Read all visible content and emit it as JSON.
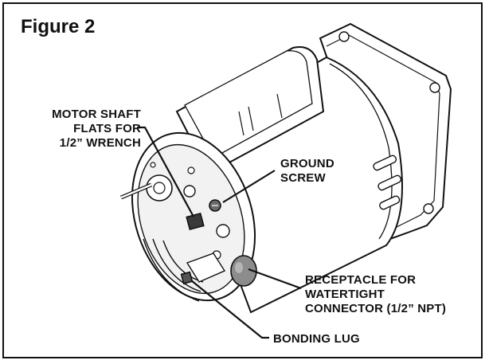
{
  "figure": {
    "title": "Figure 2"
  },
  "callouts": {
    "shaft": [
      "MOTOR SHAFT",
      "FLATS FOR",
      "1/2” WRENCH"
    ],
    "ground": [
      "GROUND",
      "SCREW"
    ],
    "receptacle": [
      "RECEPTACLE FOR",
      "WATERTIGHT",
      "CONNECTOR (1/2” NPT)"
    ],
    "bonding": [
      "BONDING LUG"
    ]
  },
  "colors": {
    "line": "#111111",
    "shade": "#9a9a9a",
    "receptacle": "#8c8c8c"
  }
}
